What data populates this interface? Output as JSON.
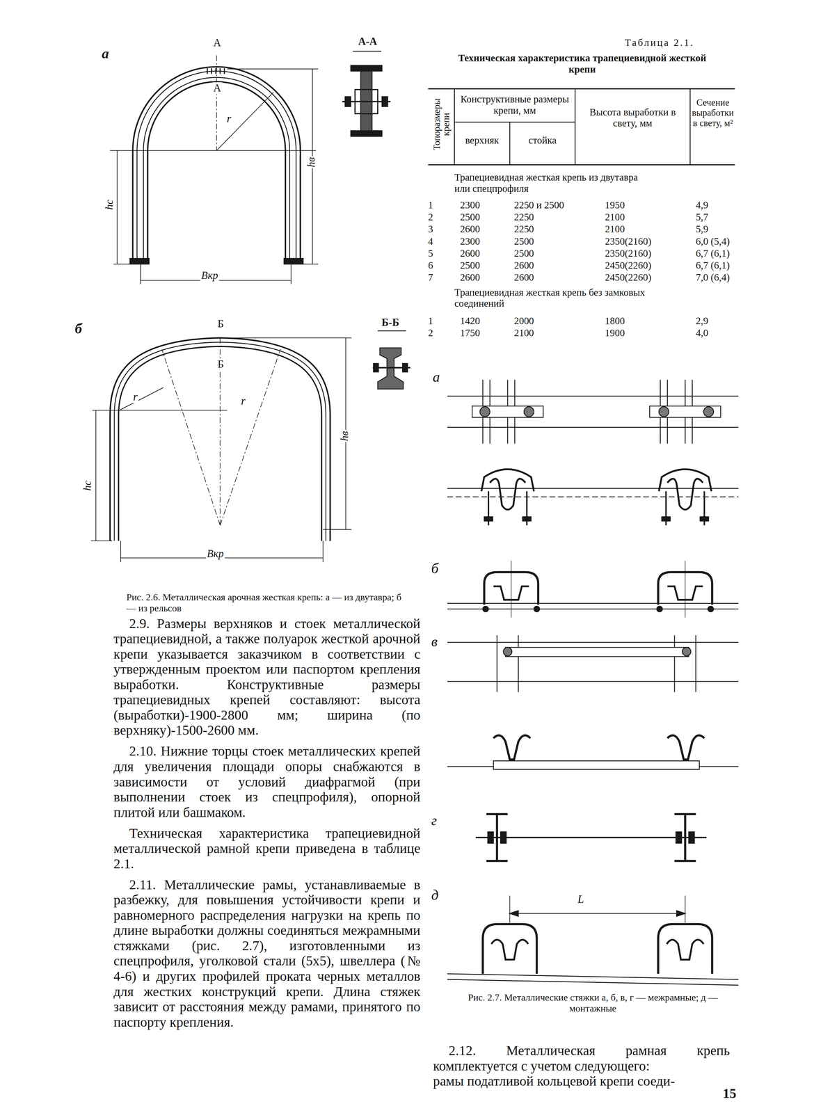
{
  "diagram": {
    "labels": [
      "Таблица 2.1.",
      "Техническая характеристика трапециевидной жесткой крепи",
      "Топоразмеры крепи",
      "Конструктивные размеры крепи, мм",
      "верхняк",
      "стойка",
      "Высота выработки в свету, мм",
      "Сечение выработки в свету, м²",
      "Трапециевидная жесткая крепь из двутавра или спецпрофиля",
      "1",
      "2300",
      "2250 и 2500",
      "1950",
      "4,9",
      "2",
      "2500",
      "2250",
      "2100",
      "5,7",
      "3",
      "2600",
      "2250",
      "2100",
      "5,9",
      "4",
      "2300",
      "2500",
      "2350(2160)",
      "6,0 (5,4)",
      "5",
      "2600",
      "2500",
      "2350(2160)",
      "6,7 (6,1)",
      "6",
      "2500",
      "2600",
      "2450(2260)",
      "6,7 (6,1)",
      "7",
      "2600",
      "2600",
      "2450(2260)",
      "7,0 (6,4)",
      "Трапециевидная жесткая крепь без замковых соединений",
      "1",
      "1420",
      "2000",
      "1800",
      "2,9",
      "2",
      "1750",
      "2100",
      "1900",
      "4,0",
      "а",
      "А",
      "А",
      "А-А",
      "r",
      "hс",
      "hв",
      "Bкр",
      "б",
      "Б",
      "Б",
      "Б-Б",
      "r",
      "r",
      "hс",
      "hв",
      "Bкр",
      "Рис. 2.6. Металлическая арочная жесткая крепь: а — из двутавра; б — из рельсов",
      "а",
      "б",
      "в",
      "г",
      "д",
      "L",
      "Рис. 2.7. Металлические стяжки а, б, в, г — межрамные; д — монтажные",
      "2.9. Размеры верхняков и стоек металлической трапециевидной, а также полуарок жесткой арочной крепи указывается заказчиком в соответствии с утвержденным проектом или паспортом крепления выработки. Конструктивные размеры трапециевидных крепей составляют: высота (выработки)-1900-2800 мм; ширина (по верхняку)-1500-2600 мм.",
      "2.10. Нижние торцы стоек металлических крепей для увеличения площади опоры снабжаются в зависимости от условий диафрагмой (при выполнении стоек из спецпрофиля), опорной плитой или башмаком.",
      "Техническая характеристика трапециевидной металлической рамной крепи приведена в таблице 2.1.",
      "2.11. Металлические рамы, устанавливаемые в разбежку, для повышения устойчивости крепи и равномерного распределения нагрузки на крепь по длине выработки должны соединяться межрамными стяжками (рис. 2.7), изготовленными из спецпрофиля, уголковой стали (5х5), швеллера (№ 4-6) и других профилей проката черных металлов для жестких конструкций крепи. Длина стяжек зависит от расстояния между рамами, принятого по паспорту крепления.",
      "2.12. Металлическая рамная крепь комплектуется с учетом следующего:",
      "рамы податливой кольцевой крепи соеди-",
      "15"
    ]
  }
}
